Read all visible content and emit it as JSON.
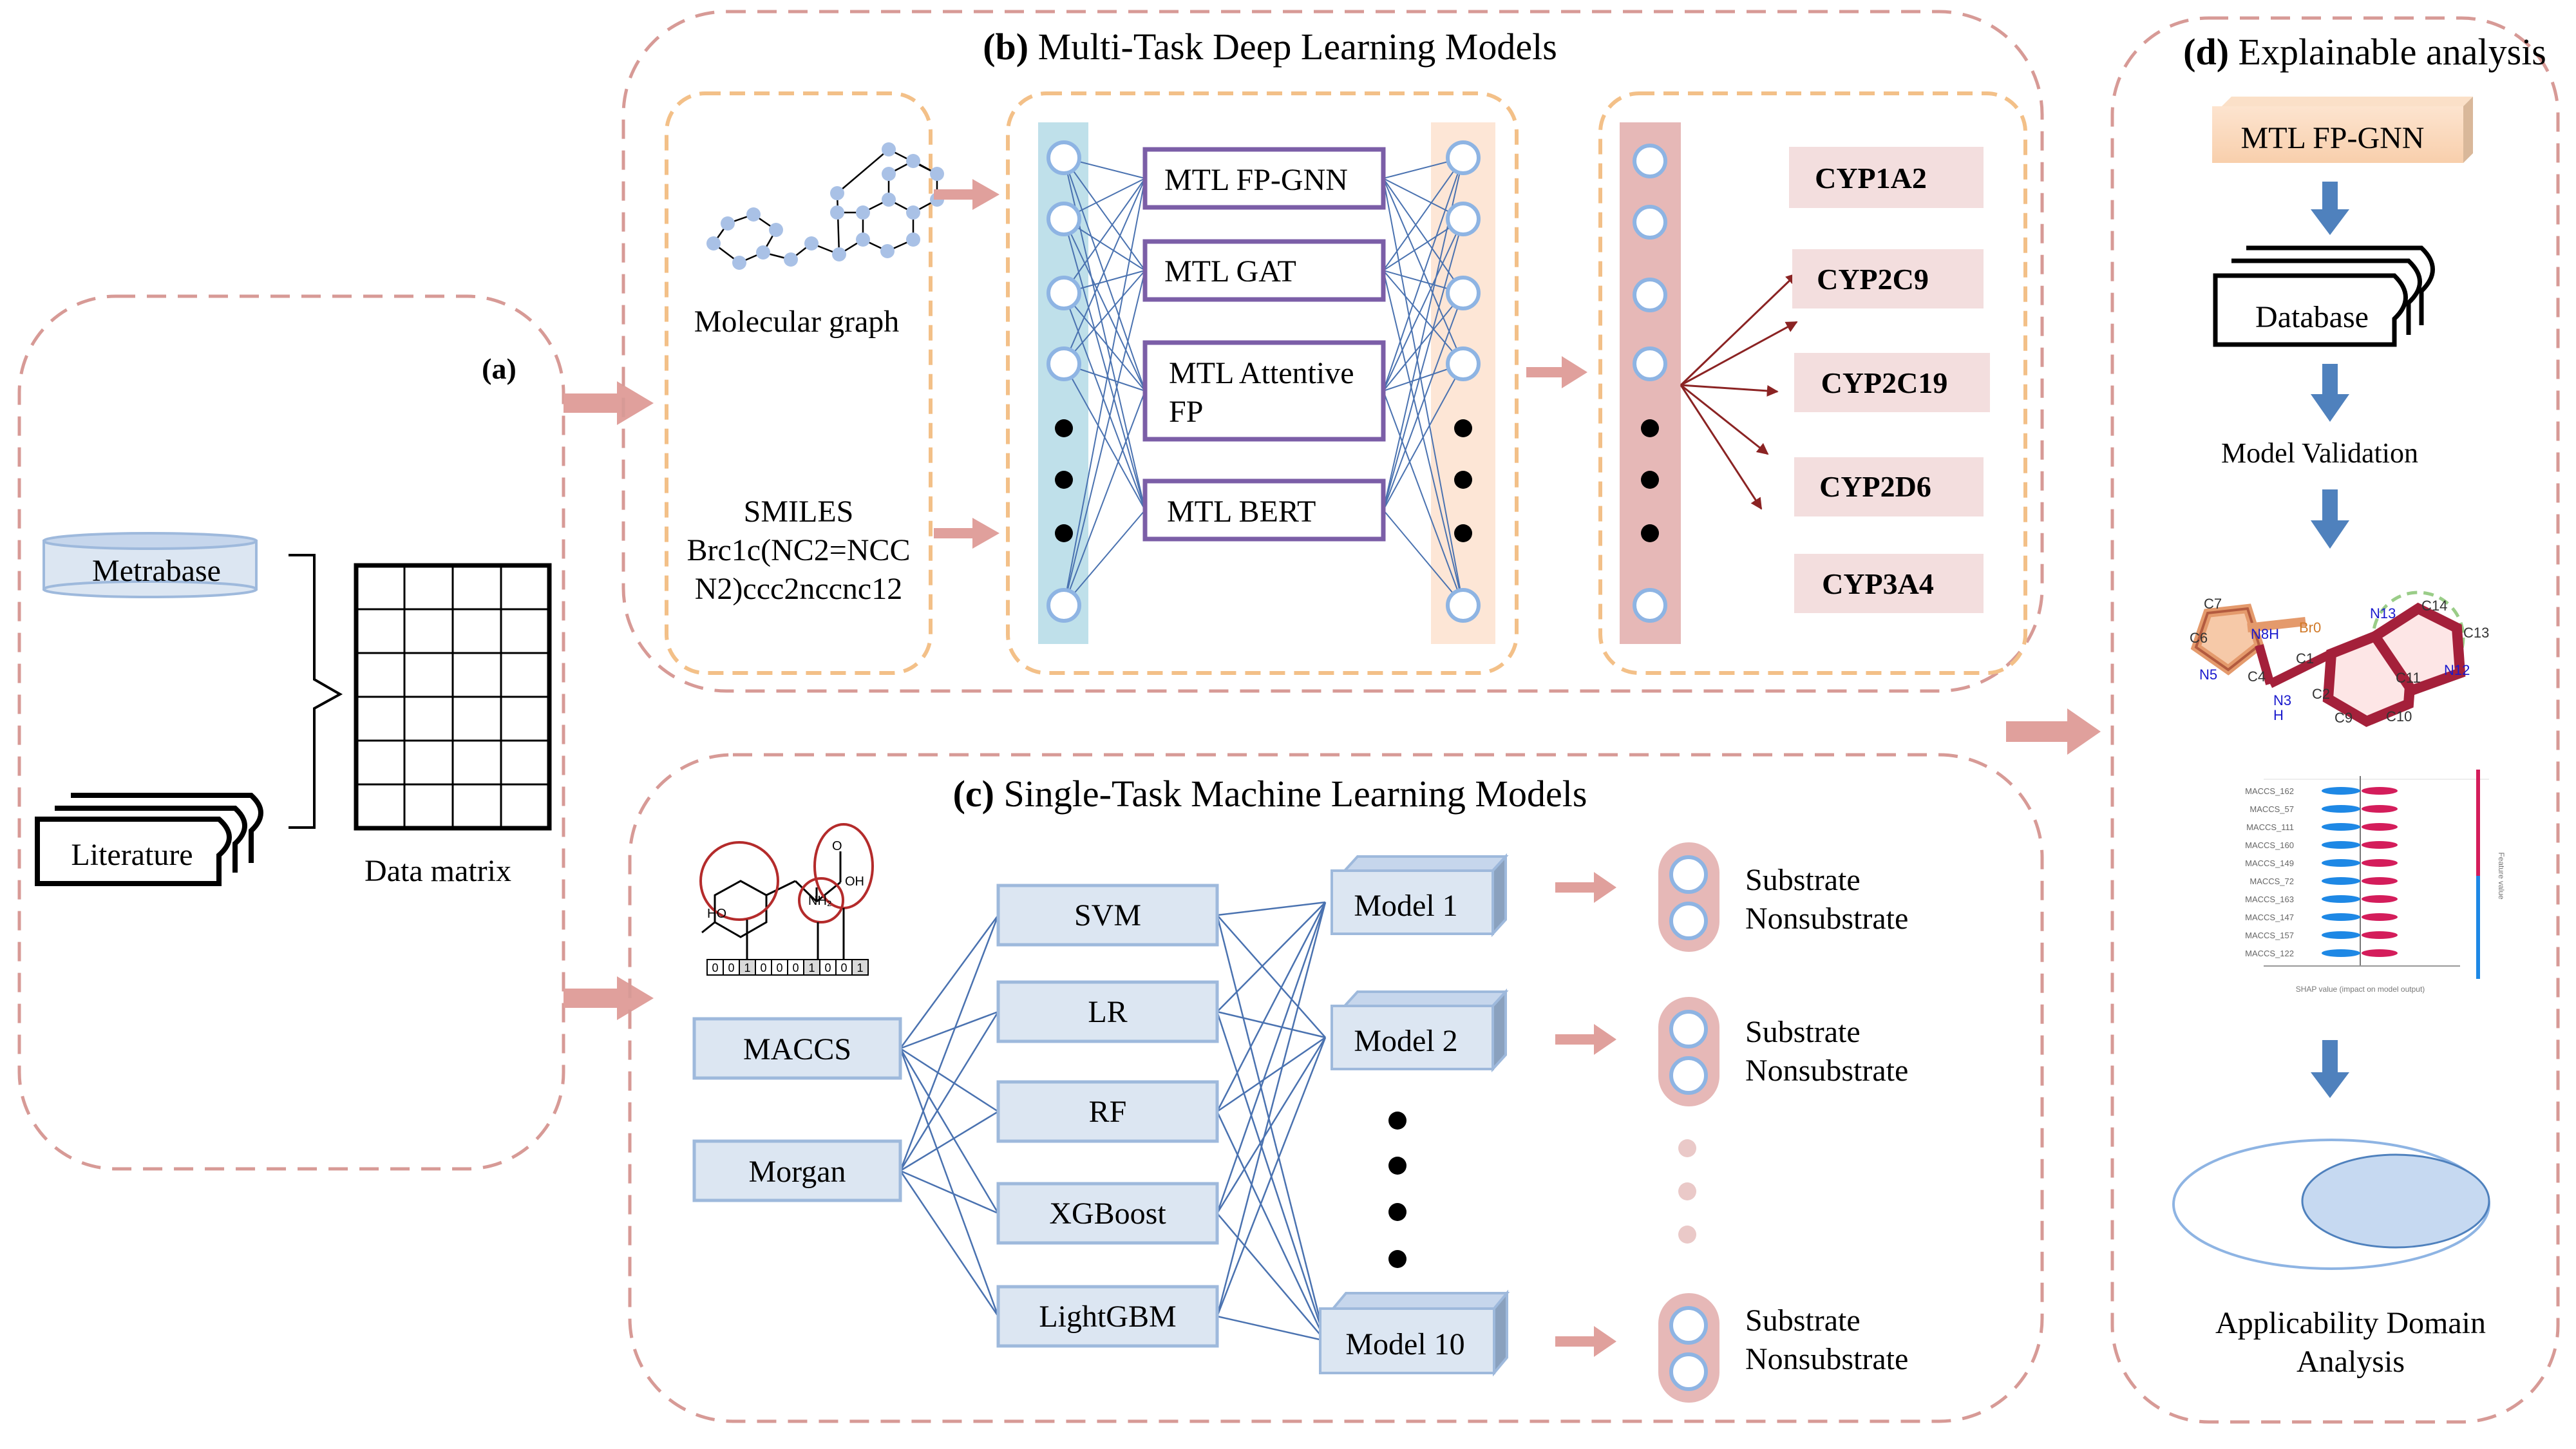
{
  "panel_a": {
    "label": "(a)",
    "metrabase": "Metrabase",
    "literature": "Literature",
    "data_matrix": "Data matrix"
  },
  "panel_b": {
    "label": "(b)",
    "title": "Multi-Task Deep Learning Models",
    "molecular_graph": "Molecular graph",
    "smiles_label": "SMILES",
    "smiles_lines": [
      "Brc1c(NC2=NCC",
      "N2)ccc2nccnc12"
    ],
    "models": [
      "MTL FP-GNN",
      "MTL GAT",
      "MTL Attentive",
      "FP",
      "MTL BERT"
    ],
    "outputs": [
      "CYP1A2",
      "CYP2C9",
      "CYP2C19",
      "CYP2D6",
      "CYP3A4"
    ]
  },
  "panel_c": {
    "label": "(c)",
    "title": "Single-Task Machine Learning Models",
    "fingerprints": [
      "MACCS",
      "Morgan"
    ],
    "algorithms": [
      "SVM",
      "LR",
      "RF",
      "XGBoost",
      "LightGBM"
    ],
    "models": [
      "Model 1",
      "Model 2",
      "Model 10"
    ],
    "bit_vector": [
      "0",
      "0",
      "1",
      "0",
      "0",
      "0",
      "1",
      "0",
      "0",
      "1"
    ],
    "substrate": "Substrate",
    "nonsubstrate": "Nonsubstrate",
    "mol_labels": [
      "HO",
      "NH₂",
      "OH",
      "O"
    ]
  },
  "panel_d": {
    "label": "(d)",
    "title": "Explainable analysis",
    "mtl_box": "MTL FP-GNN",
    "database": "Database",
    "validation": "Model Validation",
    "ad_lines": [
      "Applicability Domain",
      "Analysis"
    ],
    "atom_labels": [
      "C7",
      "C6",
      "N8H",
      "Br0",
      "N13",
      "C14",
      "C13",
      "N5",
      "C4",
      "C1",
      "C2",
      "C11",
      "N12",
      "N3",
      "H",
      "C9",
      "C10"
    ],
    "shap_features": [
      "MACCS_162",
      "MACCS_57",
      "MACCS_111",
      "MACCS_160",
      "MACCS_149",
      "MACCS_72",
      "MACCS_163",
      "MACCS_147",
      "MACCS_157",
      "MACCS_122"
    ],
    "shap_xlabel": "SHAP value (impact on model output)",
    "shap_colorbar": "Feature value"
  },
  "colors": {
    "dash_pink": "#d79a96",
    "dash_orange": "#f3c088",
    "arrow_pink": "#e0a09c",
    "box_blue_fill": "#dce6f2",
    "box_blue_stroke": "#9eb9dc",
    "purple": "#7b5ea7",
    "cyan_layer": "#bfe0ea",
    "peach_layer": "#fde6d6",
    "rose_layer": "#e6b8b7",
    "output_fill": "#f3dede",
    "node_stroke": "#8eb4e3",
    "edge_blue": "#4a72b0",
    "dark_red": "#8b2323",
    "arrow_blue": "#4f81bd"
  }
}
